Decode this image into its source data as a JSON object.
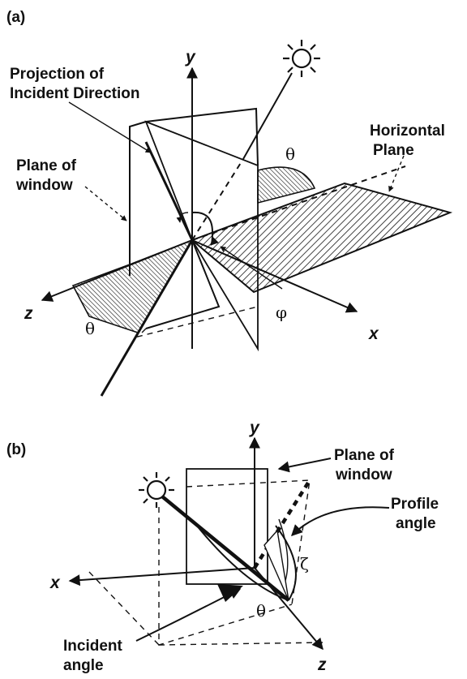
{
  "panel_a": {
    "panel_label": "(a)",
    "axis_y": "y",
    "axis_z": "z",
    "axis_x": "x",
    "label_projection_line1": "Projection of",
    "label_projection_line2": "Incident Direction",
    "label_plane_window_line1": "Plane of",
    "label_plane_window_line2": "window",
    "label_horizontal_line1": "Horizontal",
    "label_horizontal_line2": "Plane",
    "theta_upper": "θ",
    "theta_lower": "θ",
    "phi": "φ"
  },
  "panel_b": {
    "panel_label": "(b)",
    "axis_y": "y",
    "axis_x": "x",
    "axis_z": "z",
    "label_plane_window_line1": "Plane of",
    "label_plane_window_line2": "window",
    "label_profile_line1": "Profile",
    "label_profile_line2": "angle",
    "label_incident_line1": "Incident",
    "label_incident_line2": "angle",
    "theta": "θ",
    "zeta": "ζ"
  },
  "icons": [
    "sun-icon"
  ]
}
